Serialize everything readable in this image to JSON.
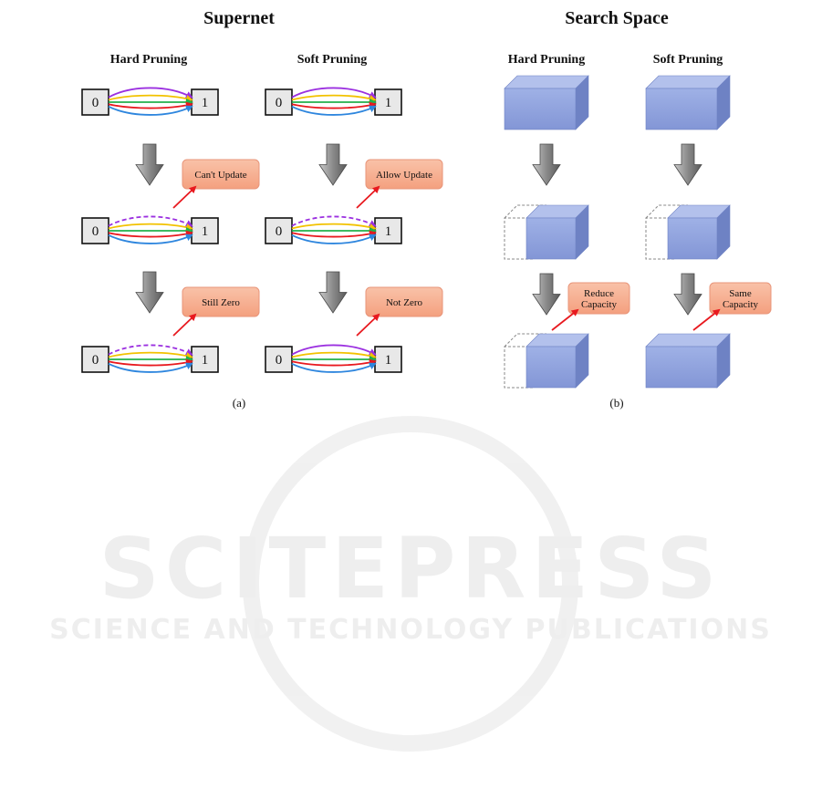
{
  "watermark": {
    "title": "SCITEPRESS",
    "subtitle": "SCIENCE AND TECHNOLOGY PUBLICATIONS"
  },
  "panel_a": {
    "title": "Supernet",
    "caption": "(a)",
    "columns": [
      {
        "heading": "Hard Pruning",
        "from_node": "0",
        "to_node": "1",
        "notes": [
          "Can't Update",
          "Still Zero"
        ]
      },
      {
        "heading": "Soft Pruning",
        "from_node": "0",
        "to_node": "1",
        "notes": [
          "Allow Update",
          "Not Zero"
        ]
      }
    ],
    "edge_colors": [
      "#9b30e0",
      "#f2c200",
      "#22b14c",
      "#e8191f",
      "#2e86de"
    ]
  },
  "panel_b": {
    "title": "Search Space",
    "caption": "(b)",
    "columns": [
      {
        "heading": "Hard Pruning",
        "notes": [
          "Reduce",
          "Capacity"
        ]
      },
      {
        "heading": "Soft Pruning",
        "notes": [
          "Same",
          "Capacity"
        ]
      }
    ]
  },
  "colors": {
    "note_fill": "#f7b093",
    "note_stroke": "#e8957a",
    "arrow_dark": "#5a5a5a",
    "arrow_light": "#c8c8c8",
    "pointer": "#e8191f",
    "cube_front": "#8fa3df",
    "cube_top": "#b3c1ec",
    "cube_side": "#6e82c4",
    "node_fill": "#e8e8e8"
  }
}
